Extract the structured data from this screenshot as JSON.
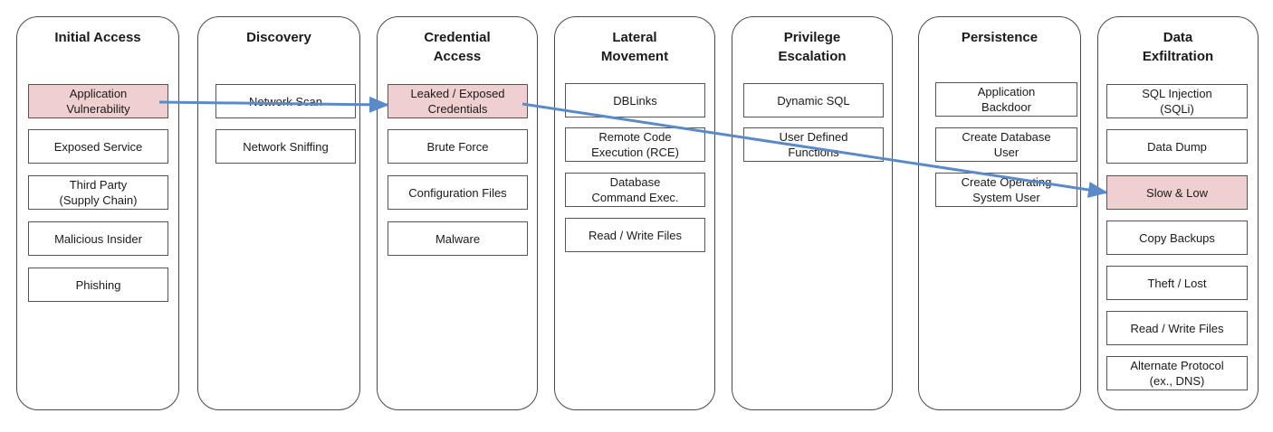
{
  "colors": {
    "highlight": "#efcfcf",
    "arrow": "#5a8ac8",
    "border": "#4a4a4a"
  },
  "columns": [
    {
      "key": "initial-access",
      "title": "Initial Access",
      "items": [
        {
          "label": "Application\nVulnerability",
          "highlighted": true
        },
        {
          "label": "Exposed Service",
          "highlighted": false
        },
        {
          "label": "Third Party\n(Supply Chain)",
          "highlighted": false
        },
        {
          "label": "Malicious Insider",
          "highlighted": false
        },
        {
          "label": "Phishing",
          "highlighted": false
        }
      ]
    },
    {
      "key": "discovery",
      "title": "Discovery",
      "items": [
        {
          "label": "Network Scan",
          "highlighted": false
        },
        {
          "label": "Network Sniffing",
          "highlighted": false
        }
      ]
    },
    {
      "key": "credential-access",
      "title": "Credential\nAccess",
      "items": [
        {
          "label": "Leaked / Exposed\nCredentials",
          "highlighted": true
        },
        {
          "label": "Brute Force",
          "highlighted": false
        },
        {
          "label": "Configuration Files",
          "highlighted": false
        },
        {
          "label": "Malware",
          "highlighted": false
        }
      ]
    },
    {
      "key": "lateral-movement",
      "title": "Lateral\nMovement",
      "items": [
        {
          "label": "DBLinks",
          "highlighted": false
        },
        {
          "label": "Remote Code\nExecution (RCE)",
          "highlighted": false
        },
        {
          "label": "Database\nCommand Exec.",
          "highlighted": false
        },
        {
          "label": "Read / Write Files",
          "highlighted": false
        }
      ]
    },
    {
      "key": "privilege-escalation",
      "title": "Privilege\nEscalation",
      "items": [
        {
          "label": "Dynamic SQL",
          "highlighted": false
        },
        {
          "label": "User Defined\nFunctions",
          "highlighted": false
        }
      ]
    },
    {
      "key": "persistence",
      "title": "Persistence",
      "items": [
        {
          "label": "Application\nBackdoor",
          "highlighted": false
        },
        {
          "label": "Create Database\nUser",
          "highlighted": false
        },
        {
          "label": "Create Operating\nSystem User",
          "highlighted": false
        }
      ]
    },
    {
      "key": "data-exfiltration",
      "title": "Data\nExfiltration",
      "items": [
        {
          "label": "SQL Injection\n(SQLi)",
          "highlighted": false
        },
        {
          "label": "Data Dump",
          "highlighted": false
        },
        {
          "label": "Slow & Low",
          "highlighted": true
        },
        {
          "label": "Copy Backups",
          "highlighted": false
        },
        {
          "label": "Theft / Lost",
          "highlighted": false
        },
        {
          "label": "Read / Write Files",
          "highlighted": false
        },
        {
          "label": "Alternate Protocol\n(ex., DNS)",
          "highlighted": false
        }
      ]
    }
  ],
  "arrows": [
    {
      "from": "Application\nVulnerability",
      "to": "Leaked / Exposed\nCredentials"
    },
    {
      "from": "Leaked / Exposed\nCredentials",
      "to": "Slow & Low"
    }
  ]
}
